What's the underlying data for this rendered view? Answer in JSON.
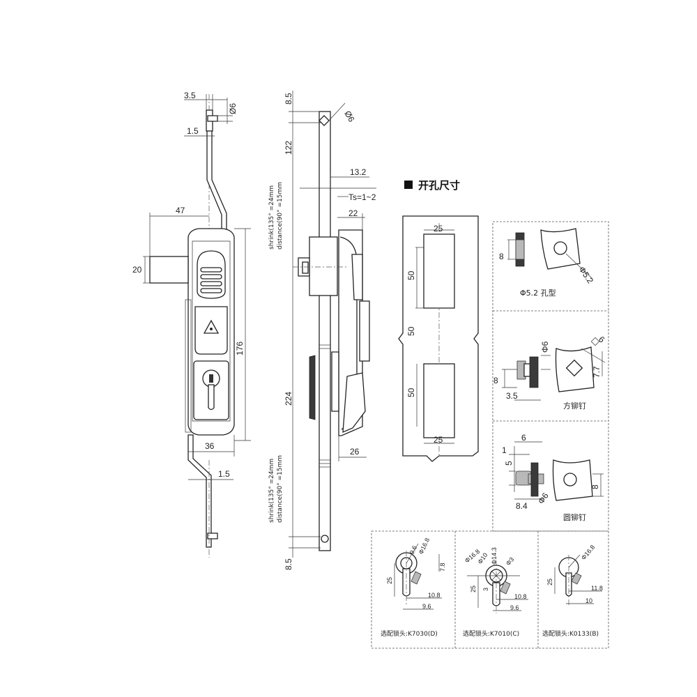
{
  "front_view": {
    "dims": {
      "d3_5": "3.5",
      "d6": "Ø6",
      "d1_5_top": "1.5",
      "d47": "47",
      "d20": "20",
      "d176": "176",
      "d36": "36",
      "d1_5_bottom": "1.5"
    }
  },
  "side_view": {
    "dims": {
      "d8_5_top": "8.5",
      "d6": "Ø6",
      "d122": "122",
      "d13_2": "13.2",
      "ts": "Ts=1~2",
      "d22": "22",
      "d224": "224",
      "d26": "26",
      "d8_5_bottom": "8.5"
    },
    "shrink_line1": "shrink(135° =24mm",
    "shrink_line2": "distance(90° =15mm"
  },
  "cutout": {
    "title": "开孔尺寸",
    "dims": {
      "w25_top": "25",
      "h50_top": "50",
      "h50_mid": "50",
      "h50_bottom": "50",
      "w25_bottom": "25"
    }
  },
  "hole_52": {
    "dim8": "8",
    "dia": "Φ5.2",
    "caption": "Φ5.2 孔型"
  },
  "square_rivet": {
    "d6": "Φ6",
    "sq6": "6",
    "d7_7": "7.7",
    "d8": "8",
    "d3_5": "3.5",
    "caption": "方铆钉"
  },
  "round_rivet": {
    "d6": "6",
    "d1": "1",
    "d5": "5",
    "d8_4": "8.4",
    "dia6": "Φ6",
    "d8": "8",
    "caption": "圆铆钉"
  },
  "lock_k7030": {
    "caption": "选配锁头:K7030(D)",
    "phi9": "9.6",
    "phi16_8": "Φ16.8",
    "d7_8": "7.8",
    "d25": "25",
    "d10_8": "10.8",
    "d9_6": "9.6"
  },
  "lock_k7010": {
    "caption": "选配锁头:K7010(C)",
    "phi10": "Φ10",
    "phi14_3": "Φ14.3",
    "phi16_8": "Φ16.8",
    "phi3": "Φ3",
    "d25": "25",
    "d3": "3",
    "d10_8": "10.8",
    "d9_6": "9.6"
  },
  "lock_k0133": {
    "caption": "选配锁头:K0133(B)",
    "phi16_8": "Φ16.8",
    "d25": "25",
    "d11_8": "11.8",
    "d10": "10"
  }
}
